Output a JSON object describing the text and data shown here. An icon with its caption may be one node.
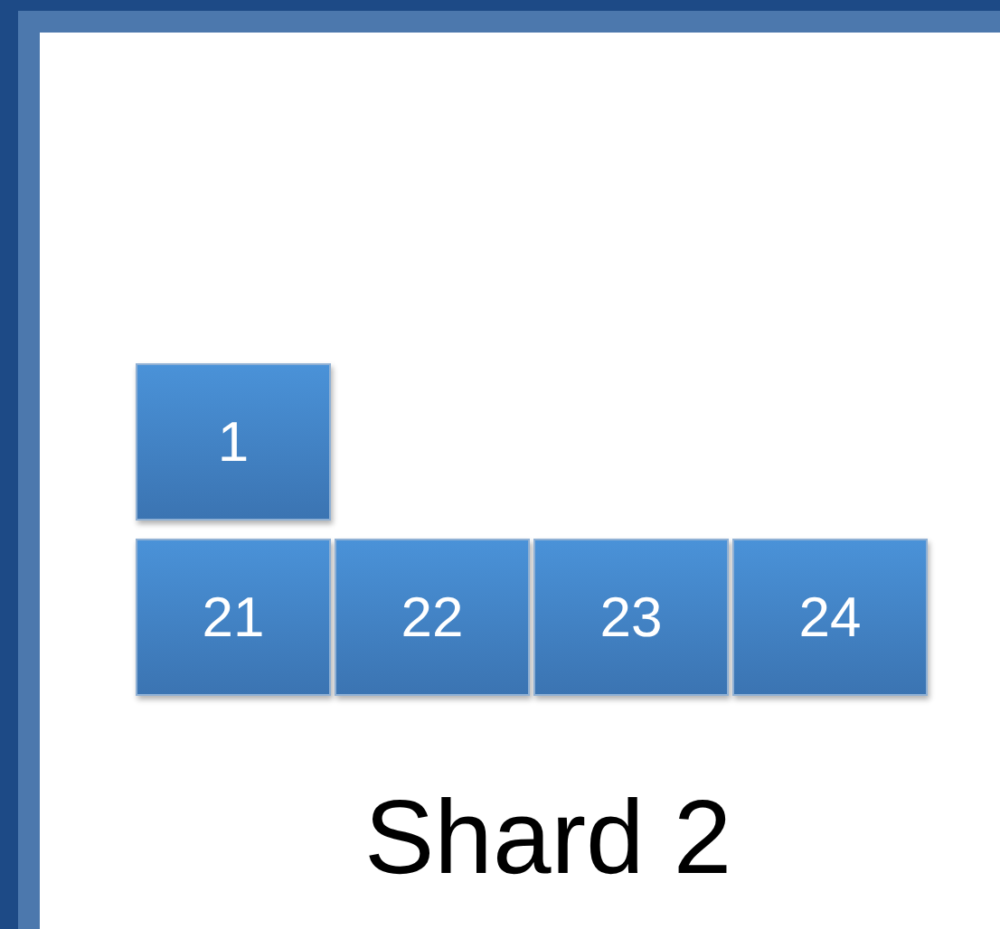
{
  "diagram": {
    "nodes": [
      {
        "text": [
          "Shard 2"
        ]
      },
      {
        "text": [
          "1"
        ],
        "in": 0
      },
      {
        "text": [
          "21"
        ],
        "in": 0
      },
      {
        "text": [
          "22"
        ],
        "in": 0
      },
      {
        "text": [
          "23"
        ],
        "in": 0
      },
      {
        "text": [
          "24"
        ],
        "in": 0
      }
    ],
    "edges": []
  }
}
